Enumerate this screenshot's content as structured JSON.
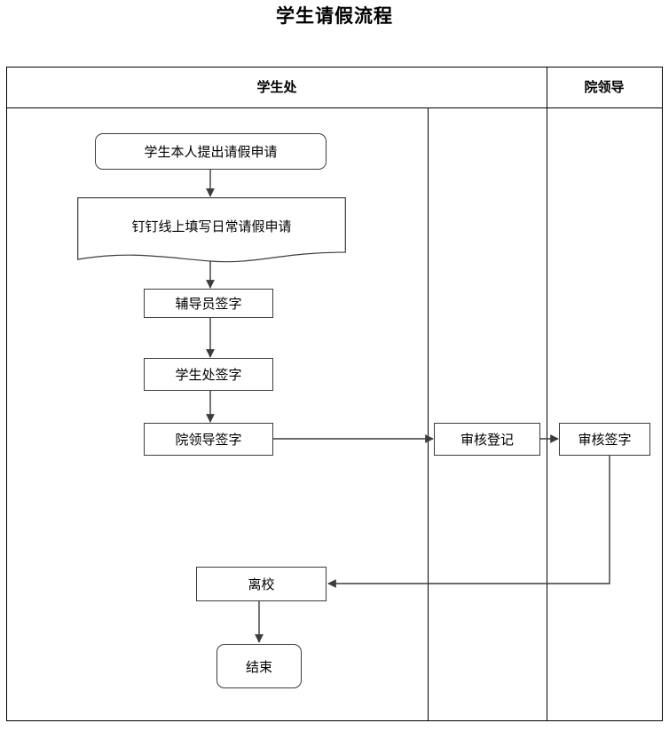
{
  "title": "学生请假流程",
  "lanes": [
    {
      "id": "student-affairs",
      "label": "学生处"
    },
    {
      "id": "college-leader",
      "label": "院领导"
    }
  ],
  "nodes": [
    {
      "id": "start",
      "label": "学生本人提出请假申请",
      "shape": "rounded-rect",
      "lane": "student-affairs"
    },
    {
      "id": "dingtalk",
      "label": "钉钉线上填写日常请假申请",
      "shape": "document",
      "lane": "student-affairs"
    },
    {
      "id": "counselor",
      "label": "辅导员签字",
      "shape": "rect",
      "lane": "student-affairs"
    },
    {
      "id": "affairs-sign",
      "label": "学生处签字",
      "shape": "rect",
      "lane": "student-affairs"
    },
    {
      "id": "leader-sign",
      "label": "院领导签字",
      "shape": "rect",
      "lane": "student-affairs"
    },
    {
      "id": "review-reg",
      "label": "审核登记",
      "shape": "rect",
      "lane": "student-affairs"
    },
    {
      "id": "review-sign",
      "label": "审核签字",
      "shape": "rect",
      "lane": "college-leader"
    },
    {
      "id": "leave-school",
      "label": "离校",
      "shape": "rect",
      "lane": "student-affairs"
    },
    {
      "id": "end",
      "label": "结束",
      "shape": "rounded-rect",
      "lane": "student-affairs"
    }
  ],
  "edges": [
    {
      "from": "start",
      "to": "dingtalk"
    },
    {
      "from": "dingtalk",
      "to": "counselor"
    },
    {
      "from": "counselor",
      "to": "affairs-sign"
    },
    {
      "from": "affairs-sign",
      "to": "leader-sign"
    },
    {
      "from": "leader-sign",
      "to": "review-reg"
    },
    {
      "from": "review-reg",
      "to": "review-sign"
    },
    {
      "from": "review-sign",
      "to": "leave-school"
    },
    {
      "from": "leave-school",
      "to": "end"
    }
  ],
  "colors": {
    "stroke": "#3c3c3c",
    "border": "#000000",
    "background": "#ffffff",
    "text": "#000000"
  }
}
